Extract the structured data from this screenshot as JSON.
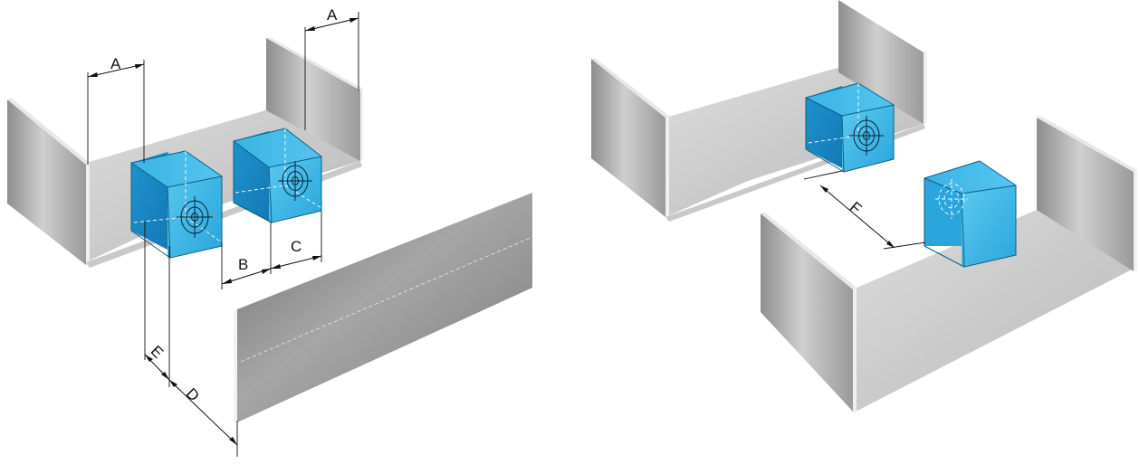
{
  "figure": {
    "labels": {
      "dim_a_left": "A",
      "dim_a_right": "A",
      "dim_b": "B",
      "dim_c": "C",
      "dim_d": "D",
      "dim_e": "E",
      "dim_f": "F"
    },
    "colors": {
      "cube_face_light": "#49c2ec",
      "cube_face_mid": "#2aa6dc",
      "cube_face_dark": "#1585c0",
      "wall_light": "#d6d6d6",
      "wall_mid": "#a8a8a8",
      "wall_dark": "#8a8a8a",
      "line": "#111111"
    }
  }
}
